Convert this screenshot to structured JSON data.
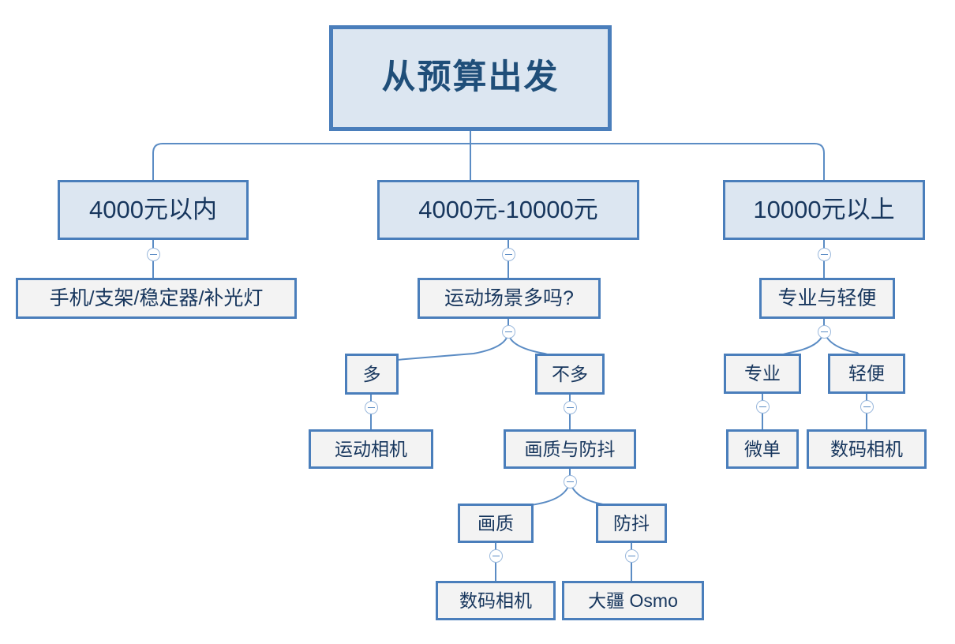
{
  "diagram": {
    "title": "从预算出发",
    "type": "mind-map-tree",
    "colors": {
      "node_border": "#4a7ebb",
      "root_fill": "#dce6f1",
      "level2_fill": "#dce6f1",
      "leaf_fill": "#f3f3f3",
      "root_text": "#1f4e79",
      "node_text": "#17365d",
      "connector": "#5b8cc4",
      "background": "#ffffff"
    },
    "toggle_icon": "minus-circle-icon",
    "nodes": {
      "root": "从预算出发",
      "budget_low": "4000元以内",
      "budget_mid": "4000元-10000元",
      "budget_high": "10000元以上",
      "low_gear": "手机/支架/稳定器/补光灯",
      "mid_question": "运动场景多吗?",
      "high_question": "专业与轻便",
      "mid_many": "多",
      "mid_few": "不多",
      "mid_action_cam": "运动相机",
      "mid_quality_stab": "画质与防抖",
      "quality": "画质",
      "stabilization": "防抖",
      "quality_camera": "数码相机",
      "stab_osmo": "大疆 Osmo",
      "high_pro": "专业",
      "high_light": "轻便",
      "pro_mirrorless": "微单",
      "light_camera": "数码相机"
    }
  }
}
